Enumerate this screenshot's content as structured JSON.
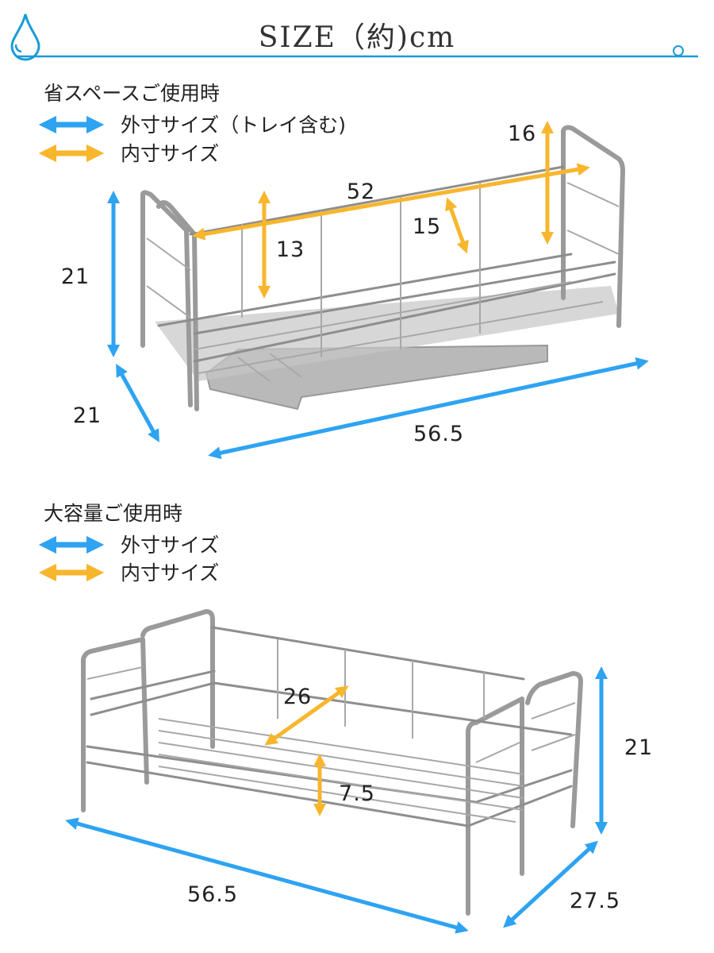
{
  "header": {
    "title": "SIZE（約)cm",
    "accent_color": "#1a9bd7"
  },
  "colors": {
    "outer": "#2ea3f2",
    "inner": "#f8b62d"
  },
  "compact_mode": {
    "heading": "省スペースご使用時",
    "legend_outer": "外寸サイズ（トレイ含む)",
    "legend_inner": "内寸サイズ",
    "dims": {
      "height_outer": "21",
      "depth_outer": "21",
      "width_outer": "56.5",
      "width_inner": "52",
      "height_inner": "13",
      "depth_inner": "15",
      "side_height": "16"
    }
  },
  "large_mode": {
    "heading": "大容量ご使用時",
    "legend_outer": "外寸サイズ",
    "legend_inner": "内寸サイズ",
    "dims": {
      "depth_inner": "26",
      "height_inner": "7.5",
      "height_outer": "21",
      "width_outer": "56.5",
      "depth_outer": "27.5"
    }
  }
}
